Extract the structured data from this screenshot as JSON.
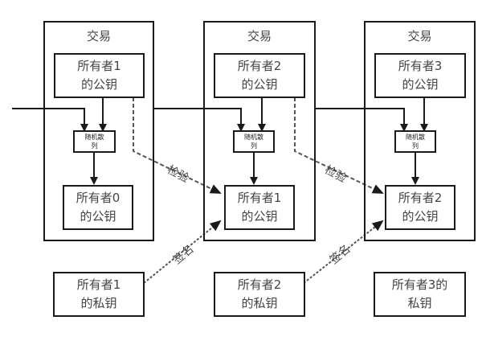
{
  "diagram": {
    "transactions": [
      {
        "title": "交易",
        "prev_owner_pubkey": "所有者1\n的公钥",
        "hash_label": "随机散\n列",
        "current_owner_pubkey": "所有者0\n的公钥"
      },
      {
        "title": "交易",
        "prev_owner_pubkey": "所有者2\n的公钥",
        "hash_label": "随机散\n列",
        "current_owner_pubkey": "所有者1\n的公钥"
      },
      {
        "title": "交易",
        "prev_owner_pubkey": "所有者3\n的公钥",
        "hash_label": "随机散\n列",
        "current_owner_pubkey": "所有者2\n的公钥"
      }
    ],
    "private_keys": [
      "所有者1\n的私钥",
      "所有者2\n的私钥",
      "所有者3的\n私钥"
    ],
    "edge_labels": {
      "verify": "检验",
      "sign": "签名"
    },
    "colors": {
      "line": "#1a1a1a",
      "dotted": "#666666",
      "text": "#444444"
    }
  }
}
